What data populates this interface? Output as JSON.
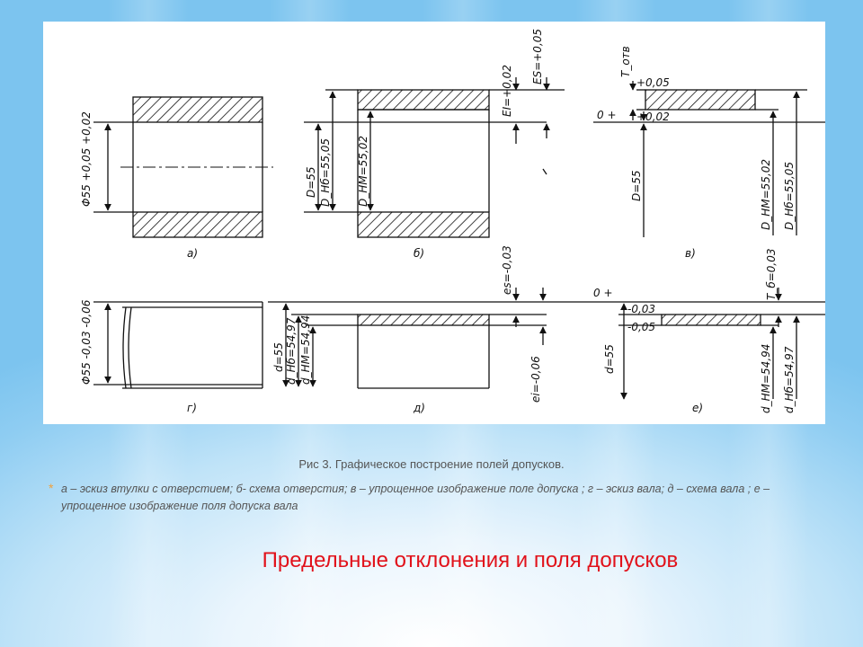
{
  "figure": {
    "labels": {
      "a": "а)",
      "b": "б)",
      "v": "в)",
      "g": "г)",
      "d": "д)",
      "e": "е)",
      "a_dim": "Φ55 +0,05 +0,02",
      "b_D": "D=55",
      "b_Dnb": "D_Hб=55,05",
      "b_Dnm": "D_HM=55,02",
      "b_EI": "EI=+0,02",
      "b_ES": "ES=+0,05",
      "v_T": "T_отв",
      "v_p05": "+0,05",
      "v_zero": "0 +",
      "v_p02": "+0,02",
      "v_D": "D=55",
      "v_Dnm": "D_HM=55,02",
      "v_Dnb": "D_Hб=55,05",
      "g_dim": "Φ55 -0,03 -0,06",
      "d_d": "d=55",
      "d_dnb": "d_Hб=54,97",
      "d_dnm": "d_HM=54,94",
      "d_es": "es=-0,03",
      "d_ei": "ei=-0,06",
      "e_zero": "0 +",
      "e_m003": "-0,03",
      "e_m005": "-0,05",
      "e_d": "d=55",
      "e_T": "T_б=0,03",
      "e_dnm": "d_HM=54,94",
      "e_dnb": "d_Hб=54,97"
    }
  },
  "caption": "Рис 3. Графическое построение полей допусков.",
  "description": "а – эскиз втулки с отверстием; б- схема отверстия; в – упрощенное изображение поле допуска ; г – эскиз вала; д – схема вала ; е –упрощенное изображение поля допуска вала",
  "bullet": "*",
  "title": "Предельные отклонения и поля допусков",
  "colors": {
    "title": "#e1121b",
    "bullet": "#f2a13b",
    "text": "#555555"
  }
}
